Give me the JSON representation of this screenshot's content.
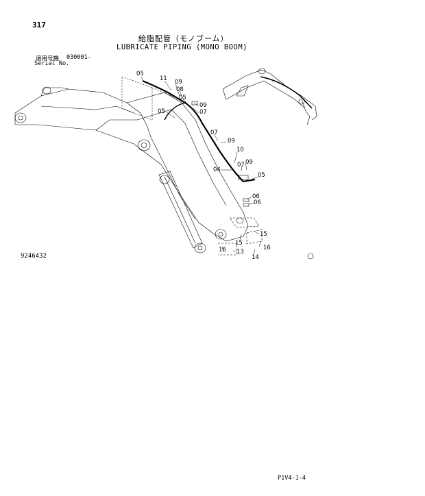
{
  "header": {
    "page_number": "317",
    "title_japanese": "給脂配管（モノブーム）",
    "title_english": "LUBRICATE PIPING (MONO BOOM)",
    "serial_label_japanese": "適用号機",
    "serial_from": "030001-",
    "serial_label_english": "Serial No."
  },
  "diagram": {
    "drawing_number": "9246432",
    "callouts": [
      "05",
      "11",
      "09",
      "08",
      "05",
      "09",
      "07",
      "05",
      "07",
      "09",
      "10",
      "07",
      "09",
      "04",
      "05",
      "06",
      "06",
      "15",
      "15",
      "16",
      "16",
      "13",
      "14"
    ]
  },
  "footer": {
    "page_code": "P1V4-1-4"
  }
}
